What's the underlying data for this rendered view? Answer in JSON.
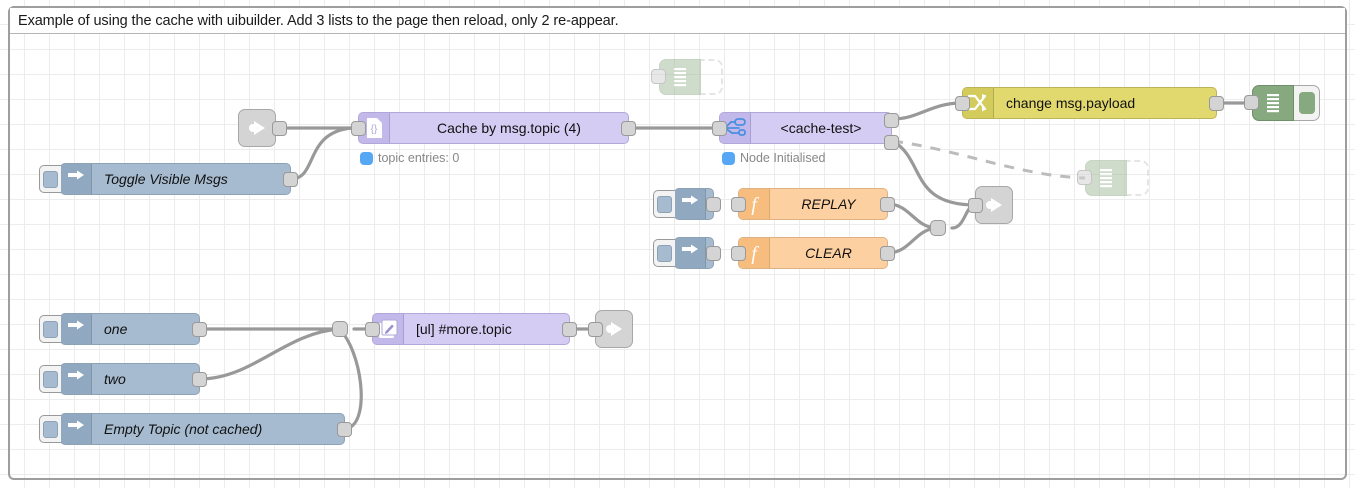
{
  "header": {
    "text": "Example of using the cache with uibuilder. Add 3 lists to the page then reload, only 2 re-appear."
  },
  "canvas": {
    "grid_size": 25,
    "grid_color": "#ececec",
    "background": "#ffffff",
    "frame_color": "#9e9e9e"
  },
  "palette": {
    "inject": "#a6bbcf",
    "function": "#fdd0a2",
    "change": "#e2d96e",
    "cache": "#d5ccf3",
    "uibuilder": "#d5ccf3",
    "debug": "#87a980",
    "link": "#d4d4d4",
    "wire": "#999999",
    "status_dot": "#56a8f5"
  },
  "nodes": {
    "link_in_top": {
      "label": "",
      "icon": "link-in-icon",
      "type": "link-in"
    },
    "toggle_visible": {
      "label": "Toggle Visible Msgs",
      "icon": "inject-arrow-icon",
      "type": "inject"
    },
    "cache": {
      "label": "Cache by msg.topic (4)",
      "icon": "json-braces-icon",
      "type": "cache"
    },
    "cache_status": {
      "text": "topic entries: 0",
      "dot_color": "#56a8f5"
    },
    "cache_test": {
      "label": "<cache-test>",
      "icon": "uibuilder-icon",
      "type": "uibuilder"
    },
    "cache_test_status": {
      "text": "Node Initialised",
      "dot_color": "#56a8f5"
    },
    "change_payload": {
      "label": "change msg.payload",
      "icon": "change-shuffle-icon",
      "type": "change"
    },
    "debug_right": {
      "label": "",
      "icon": "debug-icon",
      "type": "debug"
    },
    "debug_ghost_top": {
      "label": "",
      "icon": "debug-icon",
      "type": "debug",
      "state": "disabled"
    },
    "debug_ghost_mid": {
      "label": "",
      "icon": "debug-icon",
      "type": "debug",
      "state": "disabled"
    },
    "replay_inject": {
      "label": "",
      "icon": "inject-arrow-icon",
      "type": "inject"
    },
    "replay_func": {
      "label": "REPLAY",
      "icon": "function-f-icon",
      "type": "function"
    },
    "clear_inject": {
      "label": "",
      "icon": "inject-arrow-icon",
      "type": "inject"
    },
    "clear_func": {
      "label": "CLEAR",
      "icon": "function-f-icon",
      "type": "function"
    },
    "link_out_mid": {
      "label": "",
      "icon": "link-out-icon",
      "type": "link-out"
    },
    "inject_one": {
      "label": "one",
      "icon": "inject-arrow-icon",
      "type": "inject"
    },
    "inject_two": {
      "label": "two",
      "icon": "inject-arrow-icon",
      "type": "inject"
    },
    "inject_empty_topic": {
      "label": "Empty Topic (not cached)",
      "icon": "inject-arrow-icon",
      "type": "inject"
    },
    "ul_more_topic": {
      "label": "[ul] #more.topic",
      "icon": "template-pencil-icon",
      "type": "uibuilder"
    },
    "link_out_bottom": {
      "label": "",
      "icon": "link-out-icon",
      "type": "link-out"
    }
  }
}
